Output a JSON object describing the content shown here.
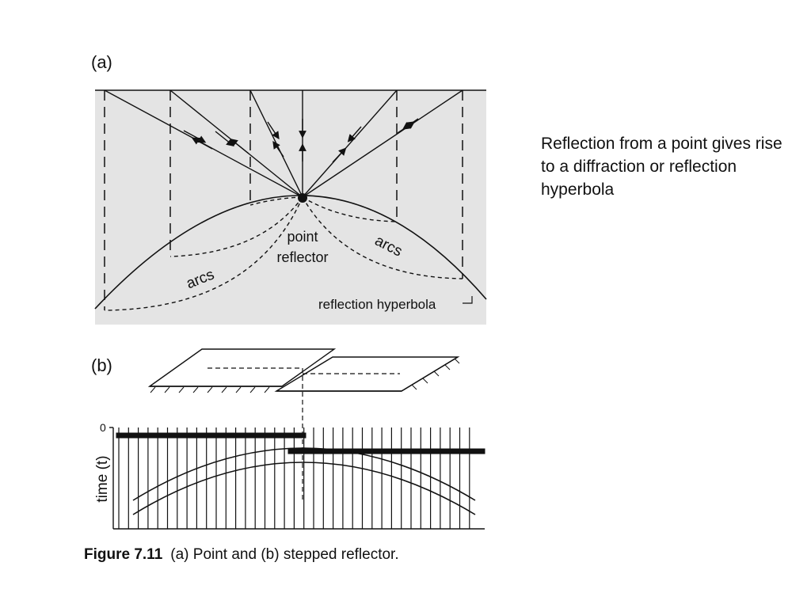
{
  "panel_a": {
    "label": "(a)",
    "point_reflector_line1": "point",
    "point_reflector_line2": "reflector",
    "arcs_left": "arcs",
    "arcs_right": "arcs",
    "hyperbola_label": "reflection hyperbola"
  },
  "panel_b": {
    "label": "(b)",
    "axis_zero": "0",
    "axis_label": "time (t)"
  },
  "caption": {
    "figure_number": "Figure 7.11",
    "text": "(a) Point and (b) stepped reflector."
  },
  "side_note": "Reflection from a point gives rise to a diffraction or reflection hyperbola",
  "colors": {
    "panel_background": "#e4e4e4",
    "ink": "#111111"
  }
}
